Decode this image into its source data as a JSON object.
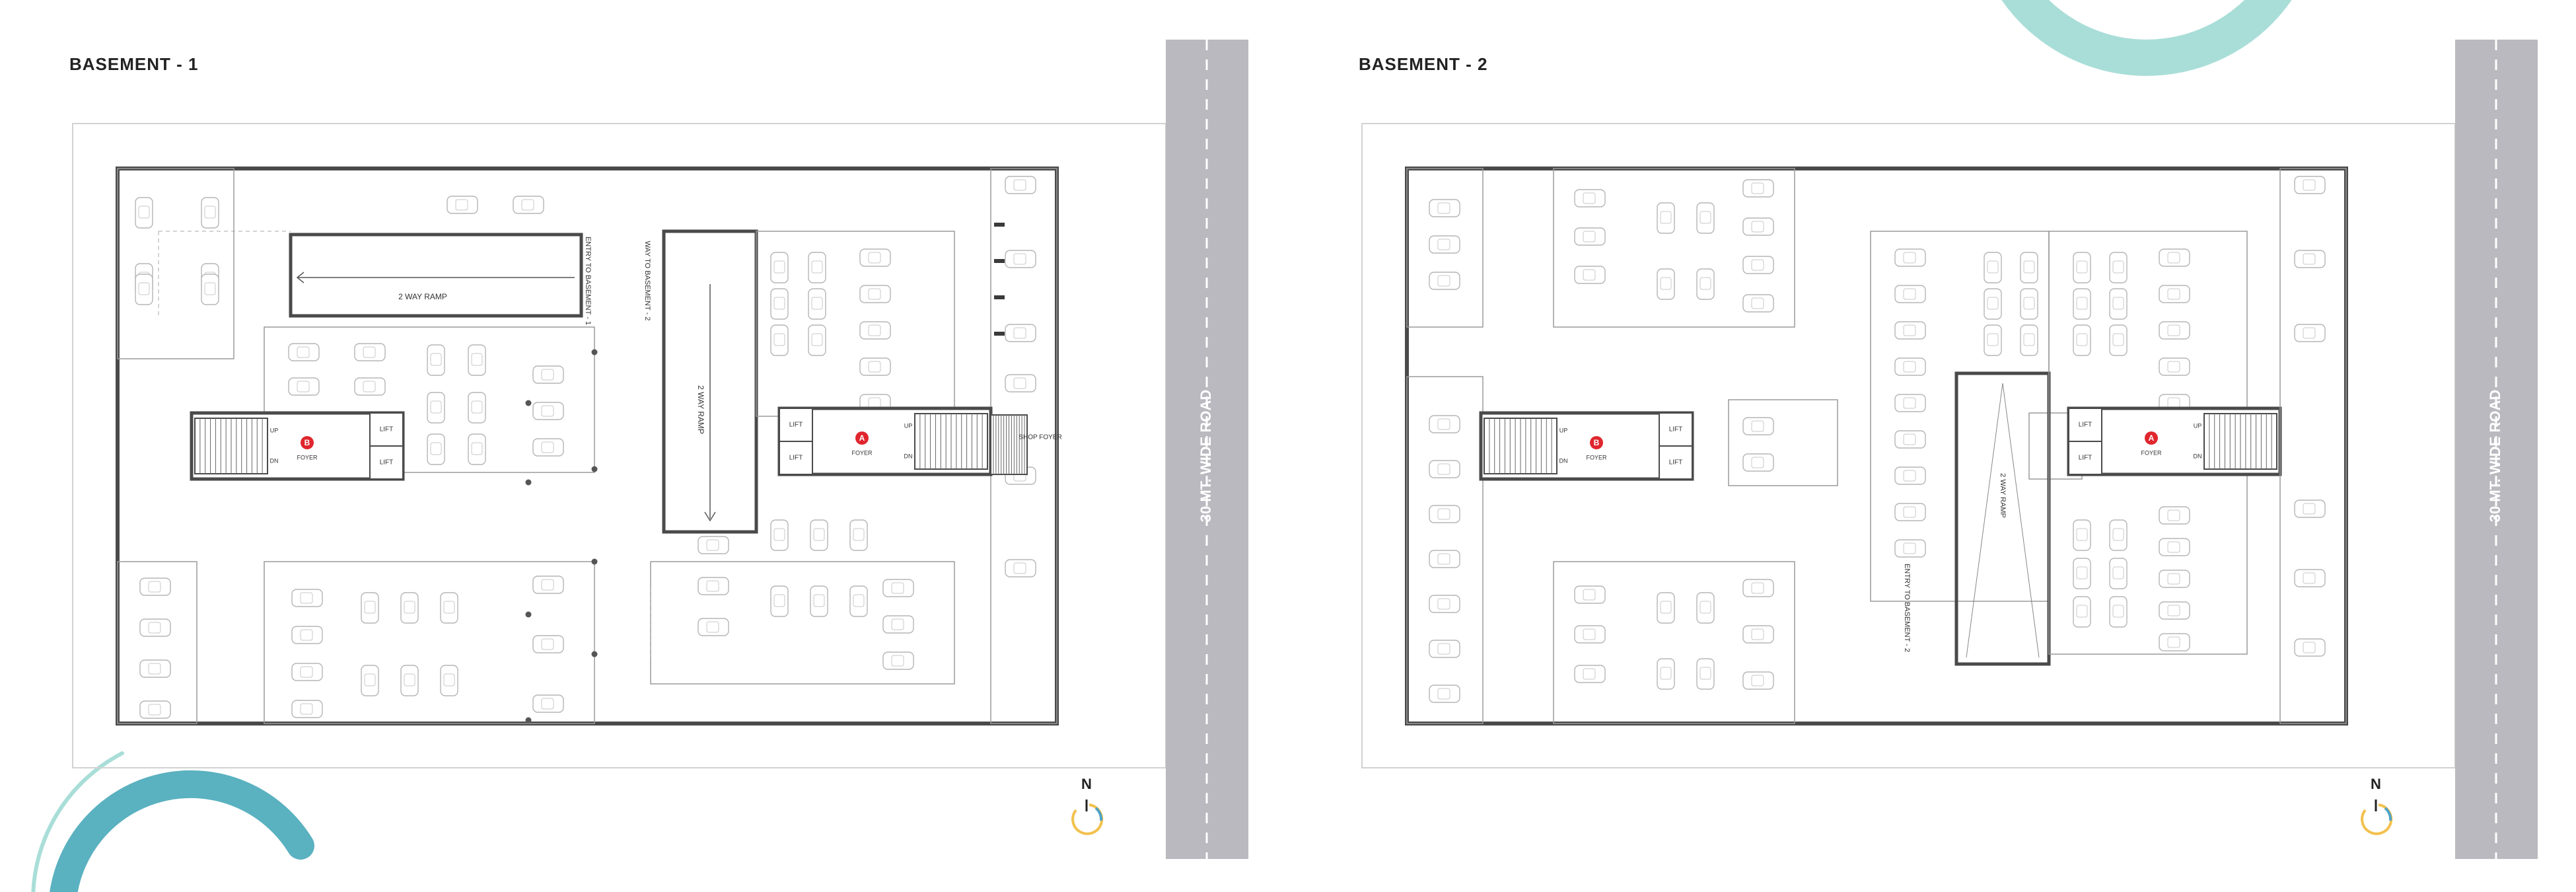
{
  "plans": [
    {
      "title": "BASEMENT - 1",
      "road_label": "30 MT. WIDE ROAD",
      "north_label": "N",
      "labels": {
        "ramp_top": "2 WAY RAMP",
        "ramp_vertical": "2 WAY RAMP",
        "entry_basement_1": "ENTRY TO BASEMENT - 1",
        "way_basement_2": "WAY TO BASEMENT - 2",
        "lift": "LIFT",
        "foyer": "FOYER",
        "shop_foyer": "SHOP FOYER",
        "up": "UP",
        "dn": "DN",
        "core_a": "A",
        "core_b": "B"
      }
    },
    {
      "title": "BASEMENT - 2",
      "road_label": "30 MT. WIDE ROAD",
      "north_label": "N",
      "labels": {
        "ramp_vertical": "2 WAY RAMP",
        "entry_basement_2": "ENTRY TO BASEMENT - 2",
        "lift": "LIFT",
        "foyer": "FOYER",
        "up": "UP",
        "dn": "DN",
        "core_a": "A",
        "core_b": "B"
      }
    }
  ],
  "colors": {
    "wall": "#4a4a4a",
    "line": "#9a9a9a",
    "road": "#b9b9bf",
    "core_badge": "#e0262d",
    "teal_light": "#a9ded8",
    "teal_dark": "#5ab1c0",
    "compass_yellow": "#f2c14e",
    "compass_blue": "#4ea3c7"
  }
}
